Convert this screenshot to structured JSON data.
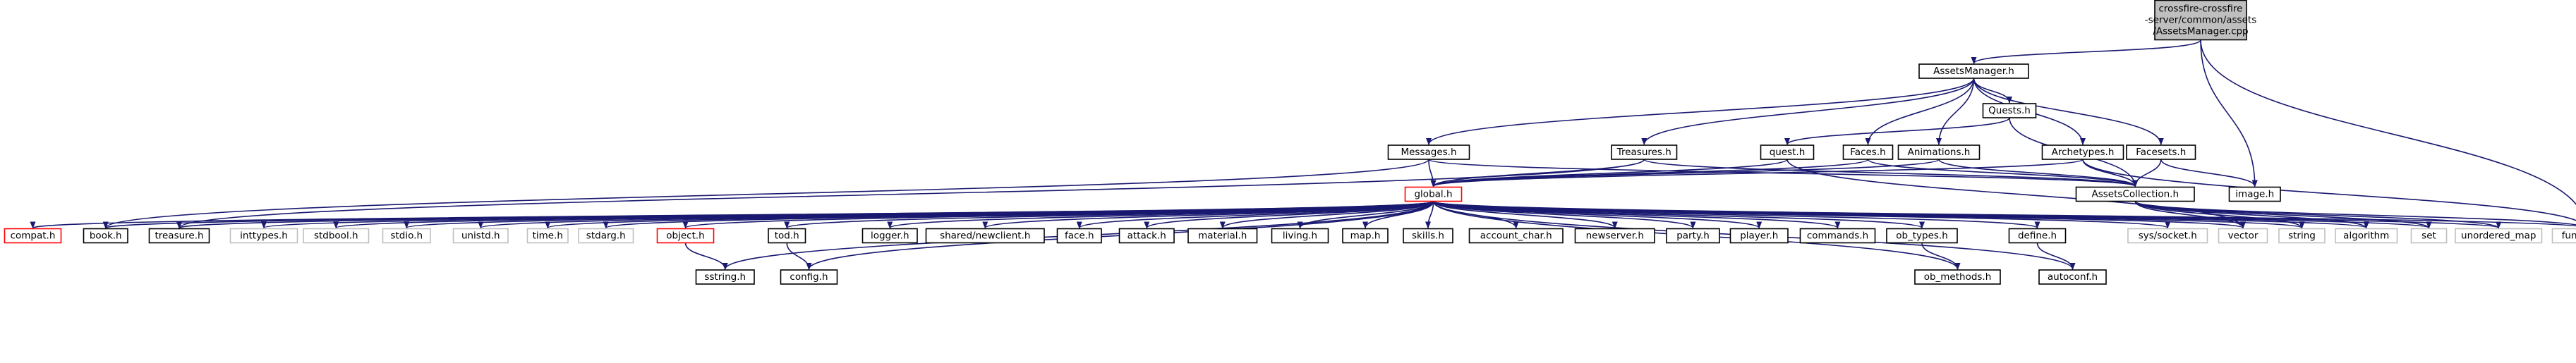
{
  "colors": {
    "edge": "#191970",
    "box_normal": "#000000",
    "box_system": "#bfbfbf",
    "box_missing": "#ff0000",
    "root_fill": "#bfbfbf",
    "text_normal": "#000000",
    "text_system": "#000000"
  },
  "nodes": [
    {
      "id": "root",
      "lines": [
        "crossfire-crossfire",
        "-server/common/assets",
        "/AssetsManager.cpp"
      ],
      "kind": "root"
    },
    {
      "id": "AssetsManager_h",
      "lines": [
        "AssetsManager.h"
      ],
      "kind": "normal"
    },
    {
      "id": "Quests_h",
      "lines": [
        "Quests.h"
      ],
      "kind": "normal"
    },
    {
      "id": "Messages_h",
      "lines": [
        "Messages.h"
      ],
      "kind": "normal"
    },
    {
      "id": "Treasures_h",
      "lines": [
        "Treasures.h"
      ],
      "kind": "normal"
    },
    {
      "id": "quest_h",
      "lines": [
        "quest.h"
      ],
      "kind": "normal"
    },
    {
      "id": "Faces_h",
      "lines": [
        "Faces.h"
      ],
      "kind": "normal"
    },
    {
      "id": "Animations_h",
      "lines": [
        "Animations.h"
      ],
      "kind": "normal"
    },
    {
      "id": "Archetypes_h",
      "lines": [
        "Archetypes.h"
      ],
      "kind": "normal"
    },
    {
      "id": "Facesets_h",
      "lines": [
        "Facesets.h"
      ],
      "kind": "normal"
    },
    {
      "id": "image_h",
      "lines": [
        "image.h"
      ],
      "kind": "normal"
    },
    {
      "id": "global_h",
      "lines": [
        "global.h"
      ],
      "kind": "missing"
    },
    {
      "id": "AssetsCollection_h",
      "lines": [
        "AssetsCollection.h"
      ],
      "kind": "normal"
    },
    {
      "id": "compat_h",
      "lines": [
        "compat.h"
      ],
      "kind": "missing"
    },
    {
      "id": "book_h",
      "lines": [
        "book.h"
      ],
      "kind": "normal"
    },
    {
      "id": "treasure_h",
      "lines": [
        "treasure.h"
      ],
      "kind": "normal"
    },
    {
      "id": "inttypes_h",
      "lines": [
        "inttypes.h"
      ],
      "kind": "system"
    },
    {
      "id": "stdbool_h",
      "lines": [
        "stdbool.h"
      ],
      "kind": "system"
    },
    {
      "id": "stdio_h",
      "lines": [
        "stdio.h"
      ],
      "kind": "system"
    },
    {
      "id": "unistd_h",
      "lines": [
        "unistd.h"
      ],
      "kind": "system"
    },
    {
      "id": "time_h",
      "lines": [
        "time.h"
      ],
      "kind": "system"
    },
    {
      "id": "stdarg_h",
      "lines": [
        "stdarg.h"
      ],
      "kind": "system"
    },
    {
      "id": "object_h",
      "lines": [
        "object.h"
      ],
      "kind": "missing"
    },
    {
      "id": "tod_h",
      "lines": [
        "tod.h"
      ],
      "kind": "normal"
    },
    {
      "id": "logger_h",
      "lines": [
        "logger.h"
      ],
      "kind": "normal"
    },
    {
      "id": "newclient_h",
      "lines": [
        "shared/newclient.h"
      ],
      "kind": "normal"
    },
    {
      "id": "face_h",
      "lines": [
        "face.h"
      ],
      "kind": "normal"
    },
    {
      "id": "attack_h",
      "lines": [
        "attack.h"
      ],
      "kind": "normal"
    },
    {
      "id": "material_h",
      "lines": [
        "material.h"
      ],
      "kind": "normal"
    },
    {
      "id": "living_h",
      "lines": [
        "living.h"
      ],
      "kind": "normal"
    },
    {
      "id": "map_h",
      "lines": [
        "map.h"
      ],
      "kind": "normal"
    },
    {
      "id": "skills_h",
      "lines": [
        "skills.h"
      ],
      "kind": "normal"
    },
    {
      "id": "account_char_h",
      "lines": [
        "account_char.h"
      ],
      "kind": "normal"
    },
    {
      "id": "newserver_h",
      "lines": [
        "newserver.h"
      ],
      "kind": "normal"
    },
    {
      "id": "party_h",
      "lines": [
        "party.h"
      ],
      "kind": "normal"
    },
    {
      "id": "player_h",
      "lines": [
        "player.h"
      ],
      "kind": "normal"
    },
    {
      "id": "commands_h",
      "lines": [
        "commands.h"
      ],
      "kind": "normal"
    },
    {
      "id": "ob_types_h",
      "lines": [
        "ob_types.h"
      ],
      "kind": "normal"
    },
    {
      "id": "define_h",
      "lines": [
        "define.h"
      ],
      "kind": "normal"
    },
    {
      "id": "sys_socket_h",
      "lines": [
        "sys/socket.h"
      ],
      "kind": "system"
    },
    {
      "id": "vector",
      "lines": [
        "vector"
      ],
      "kind": "system"
    },
    {
      "id": "string",
      "lines": [
        "string"
      ],
      "kind": "system"
    },
    {
      "id": "algorithm",
      "lines": [
        "algorithm"
      ],
      "kind": "system"
    },
    {
      "id": "set",
      "lines": [
        "set"
      ],
      "kind": "system"
    },
    {
      "id": "unordered_map",
      "lines": [
        "unordered_map"
      ],
      "kind": "system"
    },
    {
      "id": "functional",
      "lines": [
        "functional"
      ],
      "kind": "system"
    },
    {
      "id": "sstring_h",
      "lines": [
        "sstring.h"
      ],
      "kind": "normal"
    },
    {
      "id": "config_h",
      "lines": [
        "config.h"
      ],
      "kind": "normal"
    },
    {
      "id": "ob_methods_h",
      "lines": [
        "ob_methods.h"
      ],
      "kind": "normal"
    },
    {
      "id": "autoconf_h",
      "lines": [
        "autoconf.h"
      ],
      "kind": "normal"
    }
  ],
  "edges": [
    [
      "root",
      "AssetsManager_h"
    ],
    [
      "root",
      "image_h"
    ],
    [
      "root",
      "functional"
    ],
    [
      "AssetsManager_h",
      "Quests_h"
    ],
    [
      "AssetsManager_h",
      "Messages_h"
    ],
    [
      "AssetsManager_h",
      "Treasures_h"
    ],
    [
      "AssetsManager_h",
      "Faces_h"
    ],
    [
      "AssetsManager_h",
      "Animations_h"
    ],
    [
      "AssetsManager_h",
      "Archetypes_h"
    ],
    [
      "AssetsManager_h",
      "Facesets_h"
    ],
    [
      "Quests_h",
      "quest_h"
    ],
    [
      "Quests_h",
      "AssetsCollection_h"
    ],
    [
      "Messages_h",
      "global_h"
    ],
    [
      "Messages_h",
      "AssetsCollection_h"
    ],
    [
      "Messages_h",
      "book_h"
    ],
    [
      "Treasures_h",
      "global_h"
    ],
    [
      "Treasures_h",
      "AssetsCollection_h"
    ],
    [
      "Treasures_h",
      "treasure_h"
    ],
    [
      "quest_h",
      "global_h"
    ],
    [
      "quest_h",
      "vector"
    ],
    [
      "Faces_h",
      "global_h"
    ],
    [
      "Faces_h",
      "AssetsCollection_h"
    ],
    [
      "Animations_h",
      "global_h"
    ],
    [
      "Animations_h",
      "AssetsCollection_h"
    ],
    [
      "Archetypes_h",
      "global_h"
    ],
    [
      "Archetypes_h",
      "AssetsCollection_h"
    ],
    [
      "Archetypes_h",
      "functional"
    ],
    [
      "Facesets_h",
      "AssetsCollection_h"
    ],
    [
      "Facesets_h",
      "image_h"
    ],
    [
      "AssetsCollection_h",
      "vector"
    ],
    [
      "AssetsCollection_h",
      "string"
    ],
    [
      "AssetsCollection_h",
      "algorithm"
    ],
    [
      "AssetsCollection_h",
      "set"
    ],
    [
      "AssetsCollection_h",
      "unordered_map"
    ],
    [
      "AssetsCollection_h",
      "functional"
    ],
    [
      "global_h",
      "compat_h"
    ],
    [
      "global_h",
      "book_h"
    ],
    [
      "global_h",
      "treasure_h"
    ],
    [
      "global_h",
      "inttypes_h"
    ],
    [
      "global_h",
      "stdbool_h"
    ],
    [
      "global_h",
      "stdio_h"
    ],
    [
      "global_h",
      "unistd_h"
    ],
    [
      "global_h",
      "time_h"
    ],
    [
      "global_h",
      "stdarg_h"
    ],
    [
      "global_h",
      "object_h"
    ],
    [
      "global_h",
      "sstring_h"
    ],
    [
      "global_h",
      "tod_h"
    ],
    [
      "global_h",
      "config_h"
    ],
    [
      "global_h",
      "logger_h"
    ],
    [
      "global_h",
      "newclient_h"
    ],
    [
      "global_h",
      "face_h"
    ],
    [
      "global_h",
      "attack_h"
    ],
    [
      "global_h",
      "material_h"
    ],
    [
      "global_h",
      "living_h"
    ],
    [
      "global_h",
      "map_h"
    ],
    [
      "global_h",
      "skills_h"
    ],
    [
      "global_h",
      "account_char_h"
    ],
    [
      "global_h",
      "newserver_h"
    ],
    [
      "global_h",
      "party_h"
    ],
    [
      "global_h",
      "player_h"
    ],
    [
      "global_h",
      "commands_h"
    ],
    [
      "global_h",
      "ob_types_h"
    ],
    [
      "global_h",
      "ob_methods_h"
    ],
    [
      "global_h",
      "define_h"
    ],
    [
      "global_h",
      "autoconf_h"
    ],
    [
      "global_h",
      "sys_socket_h"
    ],
    [
      "global_h",
      "vector"
    ],
    [
      "global_h",
      "string"
    ],
    [
      "global_h",
      "algorithm"
    ],
    [
      "global_h",
      "set"
    ],
    [
      "global_h",
      "unordered_map"
    ],
    [
      "global_h",
      "functional"
    ],
    [
      "object_h",
      "sstring_h"
    ],
    [
      "tod_h",
      "config_h"
    ],
    [
      "ob_types_h",
      "ob_methods_h"
    ],
    [
      "define_h",
      "autoconf_h"
    ]
  ]
}
